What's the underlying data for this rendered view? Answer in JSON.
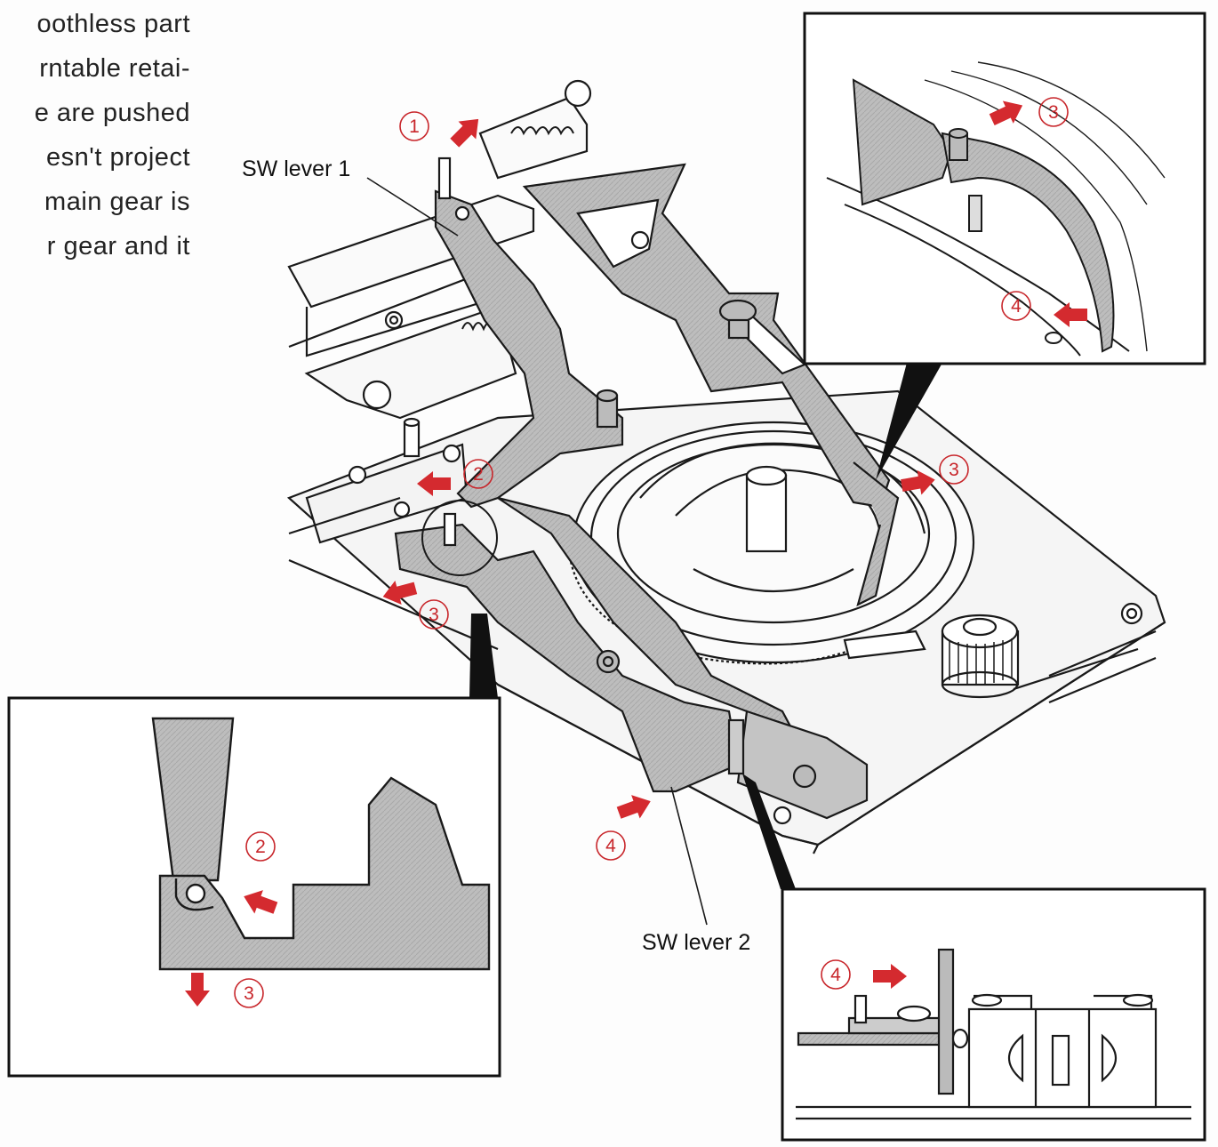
{
  "intro_lines": [
    "oothless part",
    "rntable retai-",
    "e are pushed",
    "esn't project",
    "main gear is",
    "r gear and it"
  ],
  "labels": {
    "sw_lever_1": "SW lever 1",
    "sw_lever_2": "SW lever 2"
  },
  "step_markers": [
    {
      "id": "main-1",
      "num": "1"
    },
    {
      "id": "main-2",
      "num": "2"
    },
    {
      "id": "main-3-right",
      "num": "3"
    },
    {
      "id": "main-3-left",
      "num": "3"
    },
    {
      "id": "main-4",
      "num": "4"
    },
    {
      "id": "inset-top-3",
      "num": "3"
    },
    {
      "id": "inset-top-4",
      "num": "4"
    },
    {
      "id": "inset-left-2",
      "num": "2"
    },
    {
      "id": "inset-left-3",
      "num": "3"
    },
    {
      "id": "inset-bottom-4",
      "num": "4"
    }
  ],
  "colors": {
    "arrow": "#d42a2f",
    "marker": "#c8262b",
    "lever_fill": "#b9b9b9",
    "line": "#1a1a1a"
  },
  "icons": [
    "right-arrow-icon",
    "left-arrow-icon",
    "down-arrow-icon"
  ]
}
